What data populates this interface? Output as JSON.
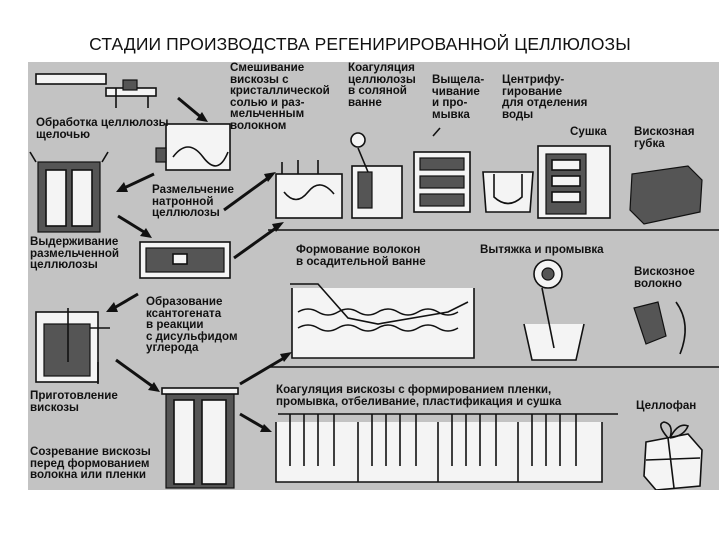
{
  "title": "СТАДИИ ПРОИЗВОДСТВА РЕГЕНИРИРОВАННОЙ ЦЕЛЛЮЛОЗЫ",
  "stages": {
    "alkali_treatment": "Обработка целлюлозы\nщелочью",
    "shredding": "Размельчение\nнатронной\nцеллюлозы",
    "aging": "Выдерживание\nразмельченной\nцеллюлозы",
    "xanthate": "Образование\nксантогената\nв реакции\nс дисульфидом\nуглерода",
    "dissolving": "Приготовление\nвискозы",
    "ripening": "Созревание вискозы\nперед формованием\nволокна или пленки",
    "mixing": "Смешивание\nвискозы с\nкристаллической\nсолью и раз-\nмельченным\nволокном",
    "coagulation": "Коагуляция\nцеллюлозы\nв соляной\nванне",
    "leaching": "Выщела-\nчивание\nи про-\nмывка",
    "centrifuge": "Центрифу-\nгирование\nдля отделения\nводы",
    "drying": "Сушка",
    "sponge": "Вискозная\nгубка",
    "spinning": "Формование волокон\nв осадительной ванне",
    "stretching": "Вытяжка и промывка",
    "fiber": "Вискозное\nволокно",
    "film": "Коагуляция вискозы с формированием пленки,\nпромывка, отбеливание, пластификация и сушка",
    "cellophane": "Целлофан"
  }
}
